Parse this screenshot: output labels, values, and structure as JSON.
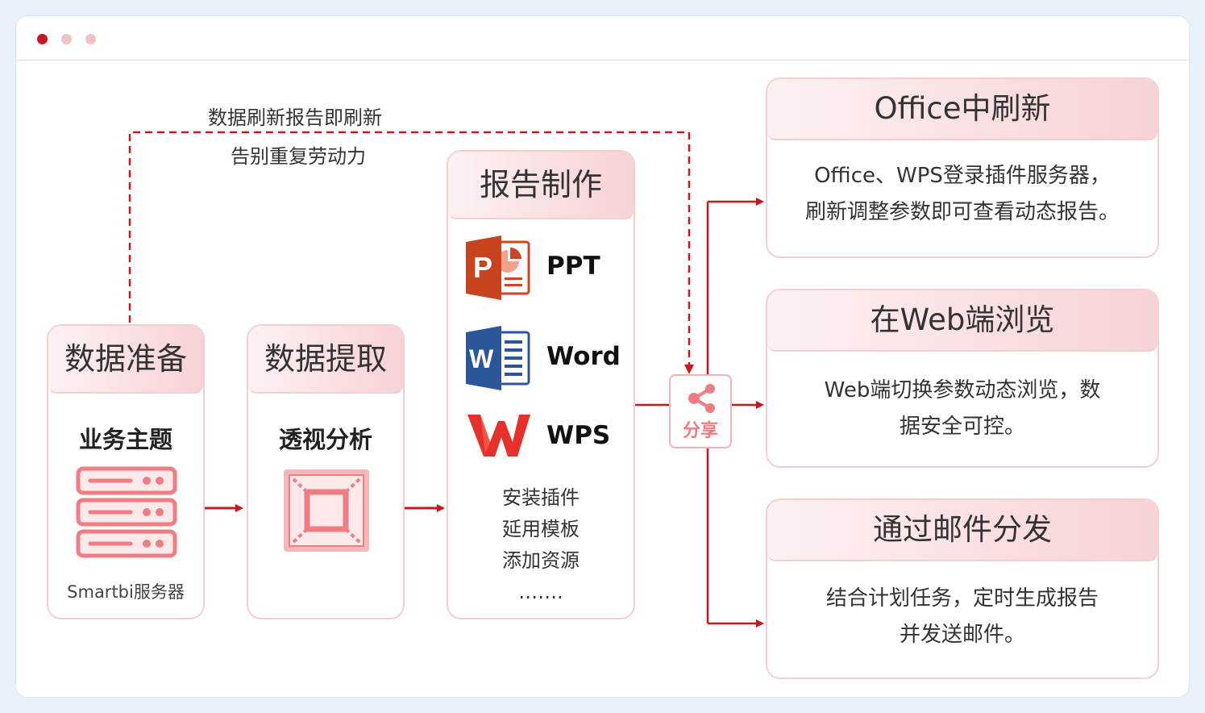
{
  "notes": {
    "line1": "数据刷新报告即刷新",
    "line2": "告别重复劳动力"
  },
  "cards": {
    "data_prep": {
      "title": "数据准备",
      "subtitle": "业务主题",
      "caption": "Smartbi服务器"
    },
    "data_extract": {
      "title": "数据提取",
      "subtitle": "透视分析"
    },
    "report": {
      "title": "报告制作",
      "apps": [
        {
          "name": "PPT"
        },
        {
          "name": "Word"
        },
        {
          "name": "WPS"
        }
      ],
      "steps": [
        "安装插件",
        "延用模板",
        "添加资源",
        "……."
      ]
    }
  },
  "share": {
    "label": "分享"
  },
  "outputs": [
    {
      "title": "Office中刷新",
      "lines": [
        "Office、WPS登录插件服务器，",
        "刷新调整参数即可查看动态报告。"
      ]
    },
    {
      "title": "在Web端浏览",
      "lines": [
        "Web端切换参数动态浏览，数",
        "据安全可控。"
      ]
    },
    {
      "title": "通过邮件分发",
      "lines": [
        "结合计划任务，定时生成报告",
        "并发送邮件。"
      ]
    }
  ],
  "colors": {
    "accent": "#c8171e",
    "card_border": "#f3cfd1",
    "icon_pink": "#f07c84"
  },
  "icons": [
    "server-icon",
    "pivot-icon",
    "powerpoint-icon",
    "word-icon",
    "wps-icon",
    "share-icon"
  ]
}
